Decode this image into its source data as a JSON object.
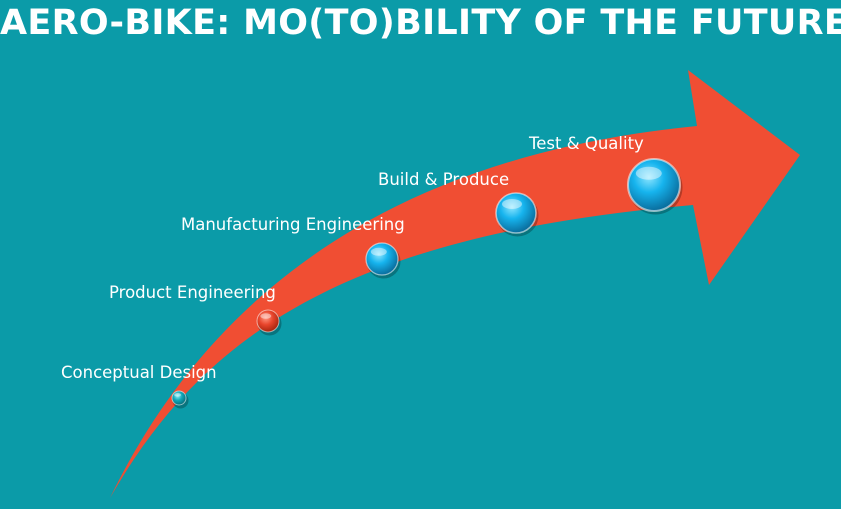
{
  "slide": {
    "title": "AERO-BIKE: MO(TO)BILITY OF THE FUTURE",
    "background_color": "#0b9ba8",
    "arrow_color": "#f04e33"
  },
  "stages": [
    {
      "label": "Conceptual Design",
      "marker_color": "#10a6b8"
    },
    {
      "label": "Product Engineering",
      "marker_color": "#e8452c"
    },
    {
      "label": "Manufacturing Engineering",
      "marker_color": "#14aee8"
    },
    {
      "label": "Build & Produce",
      "marker_color": "#14aee8"
    },
    {
      "label": "Test & Quality",
      "marker_color": "#14aee8"
    }
  ]
}
